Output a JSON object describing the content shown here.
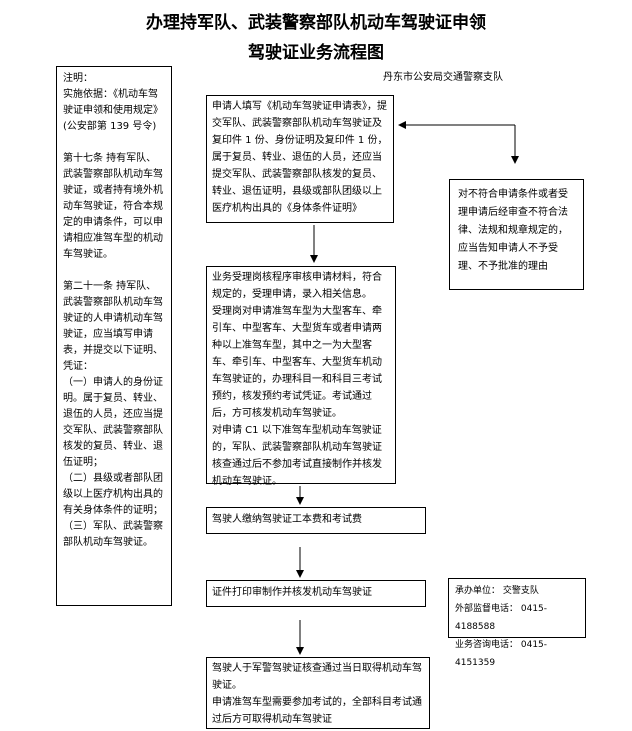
{
  "title": {
    "line1": "办理持军队、武装警察部队机动车驾驶证申领",
    "line2": "驾驶证业务流程图"
  },
  "subtitle": "丹东市公安局交通警察支队",
  "note": {
    "intro": "注明：\n实施依据：《机动车驾驶证申领和使用规定》(公安部第 139 号令)",
    "article17": "第十七条  持有军队、武装警察部队机动车驾驶证，或者持有境外机动车驾驶证，符合本规定的申请条件，可以申请相应准驾车型的机动车驾驶证。",
    "article21": "第二十一条  持军队、武装警察部队机动车驾驶证的人申请机动车驾驶证，应当填写申请表，并提交以下证明、凭证：",
    "item1": "（一）申请人的身份证明。属于复员、转业、退伍的人员，还应当提交军队、武装警察部队核发的复员、转业、退伍证明；",
    "item2": "（二）县级或者部队团级以上医疗机构出具的有关身体条件的证明；",
    "item3": "（三）军队、武装警察部队机动车驾驶证。"
  },
  "steps": {
    "step1": "申请人填写《机动车驾驶证申请表》，提交军队、武装警察部队机动车驾驶证及复印件 1 份、身份证明及复印件 1 份，属于复员、转业、退伍的人员，还应当提交军队、武装警察部队核发的复员、转业、退伍证明，县级或部队团级以上医疗机构出具的《身体条件证明》",
    "step2_a": "业务受理岗核程序审核申请材料，符合规定的，受理申请，录入相关信息。",
    "step2_b": "受理岗对申请准驾车型为大型客车、牵引车、中型客车、大型货车或者申请两种以上准驾车型，其中之一为大型客车、牵引车、中型客车、大型货车机动车驾驶证的，办理科目一和科目三考试预约，核发预约考试凭证。考试通过后，方可核发机动车驾驶证。",
    "step2_c": "对申请 C1 以下准驾车型机动车驾驶证的，军队、武装警察部队机动车驾驶证核查通过后不参加考试直接制作并核发机动车驾驶证。",
    "step3": "驾驶人缴纳驾驶证工本费和考试费",
    "step4": "证件打印审制作并核发机动车驾驶证",
    "step5_a": "驾驶人于军警驾驶证核查通过当日取得机动车驾驶证。",
    "step5_b": "申请准驾车型需要参加考试的，全部科目考试通过后方可取得机动车驾驶证"
  },
  "reject": "对不符合申请条件或者受理申请后经审查不符合法律、法规和规章规定的，应当告知申请人不予受理、不予批准的理由",
  "org": {
    "unit": "承办单位：  交警支队",
    "office_phone": "外部监督电话：  0415-4188588",
    "consult_phone": "业务咨询电话：  0415-4151359"
  }
}
